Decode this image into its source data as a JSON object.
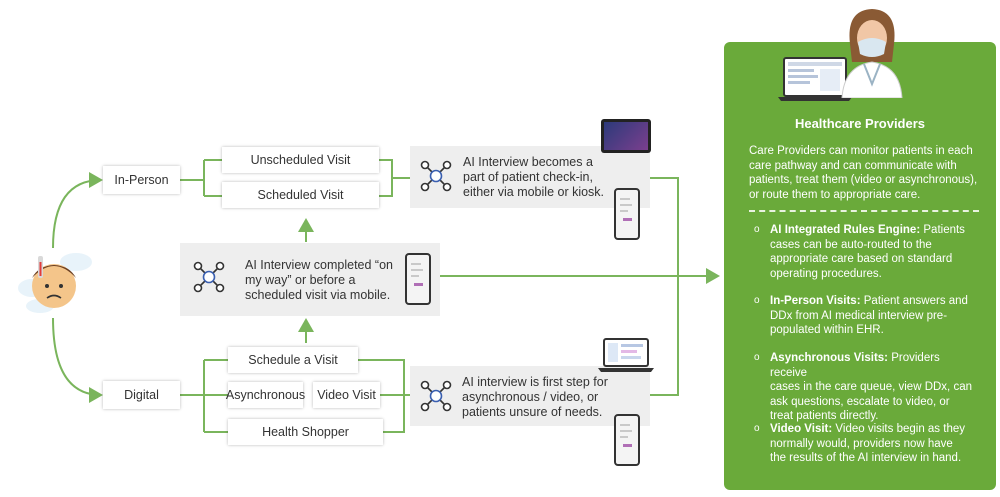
{
  "entry_points": {
    "in_person": "In-Person",
    "digital": "Digital"
  },
  "in_person_options": {
    "unscheduled": "Unscheduled Visit",
    "scheduled": "Scheduled Visit"
  },
  "digital_options": {
    "schedule": "Schedule a Visit",
    "asynchronous": "Asynchronous",
    "video": "Video Visit",
    "health_shopper": "Health Shopper"
  },
  "panels": {
    "checkin": [
      "AI Interview becomes a",
      "part of patient check-in,",
      "either via mobile or kiosk."
    ],
    "on_my_way": [
      "AI Interview completed “on",
      "my way” or before a",
      "scheduled visit via mobile."
    ],
    "first_step": [
      "AI interview is first step for",
      "asynchronous / video, or",
      "patients unsure of needs."
    ]
  },
  "providers": {
    "title": "Healthcare Providers",
    "intro": [
      "Care Providers can monitor patients in each",
      "care pathway and can communicate with",
      "patients, treat them (video or asynchronous),",
      "or route them to appropriate care."
    ],
    "bullets": [
      {
        "heading": "AI Integrated Rules Engine:",
        "lines": [
          "Patients",
          "cases can be auto-routed to the",
          "appropriate care based on standard",
          "operating procedures."
        ]
      },
      {
        "heading": "In-Person Visits:",
        "lines": [
          "Patient answers and",
          "DDx from AI medical interview pre-",
          "populated within EHR."
        ]
      },
      {
        "heading": "Asynchronous Visits:",
        "lines": [
          "Providers receive",
          "cases in the care queue, view DDx, can",
          "ask questions, escalate to video, or",
          "treat patients directly."
        ]
      },
      {
        "heading": "Video Visit:",
        "lines": [
          "Video visits begin as they",
          "normally would, providers now have",
          "the results of the AI interview in hand."
        ]
      }
    ]
  },
  "colors": {
    "accent_green": "#6aaa3a",
    "line_green": "#7ab55c",
    "panel_gray": "#eeeeee"
  },
  "icons": [
    "sick-patient-icon",
    "network-hub-icon",
    "phone-icon",
    "tablet-icon",
    "laptop-icon",
    "doctor-avatar"
  ]
}
